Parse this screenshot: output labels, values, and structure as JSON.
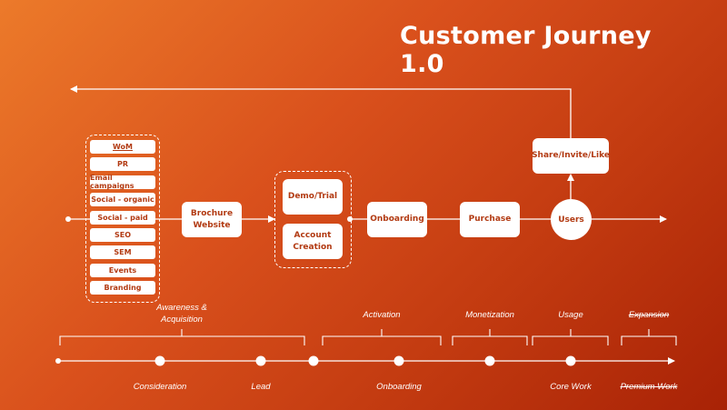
{
  "title": "Customer Journey 1.0",
  "channels": [
    "WoM",
    "PR",
    "Email campaigns",
    "Social - organic",
    "Social - paid",
    "SEO",
    "SEM",
    "Events",
    "Branding"
  ],
  "flow": {
    "brochure": "Brochure\nWebsite",
    "demo": "Demo/Trial",
    "account": "Account\nCreation",
    "onboarding": "Onboarding",
    "purchase": "Purchase",
    "users": "Users",
    "share": "Share/Invite/Like"
  },
  "stages": {
    "awareness": "Awareness &\nAcquisition",
    "activation": "Activation",
    "monetization": "Monetization",
    "usage": "Usage",
    "expansion": "Expansion"
  },
  "timeline": {
    "consideration": "Consideration",
    "lead": "Lead",
    "onboarding": "Onboarding",
    "core_work": "Core Work",
    "premium_work": "Premium Work"
  },
  "colors": {
    "accent_text": "#b23a12",
    "line": "#ffffff"
  }
}
